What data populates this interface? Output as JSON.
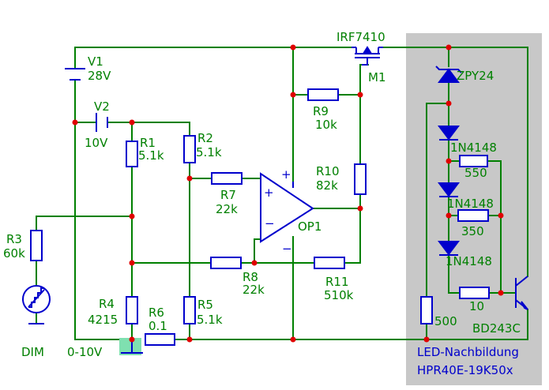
{
  "panel": {
    "caption_line1": "LED-Nachbildung",
    "caption_line2": "HPR40E-19K50x",
    "background": "#c8c8c8"
  },
  "components": {
    "V1": {
      "name": "V1",
      "value": "28V"
    },
    "V2": {
      "name": "V2",
      "value": "10V"
    },
    "R1": {
      "name": "R1",
      "value": "5.1k"
    },
    "R2": {
      "name": "R2",
      "value": "5.1k"
    },
    "R3": {
      "name": "R3",
      "value": "60k"
    },
    "R4": {
      "name": "R4",
      "value": "4215"
    },
    "R5": {
      "name": "R5",
      "value": "5.1k"
    },
    "R6": {
      "name": "R6",
      "value": "0.1"
    },
    "R7": {
      "name": "R7",
      "value": "22k"
    },
    "R8": {
      "name": "R8",
      "value": "22k"
    },
    "R9": {
      "name": "R9",
      "value": "10k"
    },
    "R10": {
      "name": "R10",
      "value": "82k"
    },
    "R11": {
      "name": "R11",
      "value": "510k"
    },
    "M1": {
      "name": "M1",
      "value": "IRF7410"
    },
    "OP1": {
      "name": "OP1"
    },
    "DIM": {
      "name": "DIM",
      "value": "0-10V"
    },
    "ZD": {
      "value": "ZPY24"
    },
    "D1": {
      "value": "1N4148"
    },
    "D2": {
      "value": "1N4148"
    },
    "D3": {
      "value": "1N4148"
    },
    "R550": {
      "value": "550"
    },
    "R350": {
      "value": "350"
    },
    "R10b": {
      "value": "10"
    },
    "R500": {
      "value": "500"
    },
    "Q1": {
      "value": "BD243C"
    }
  },
  "colors": {
    "wire": "#008000",
    "component": "#0000cc",
    "node": "#e00000",
    "ground_marker": "#7fe0b0"
  }
}
